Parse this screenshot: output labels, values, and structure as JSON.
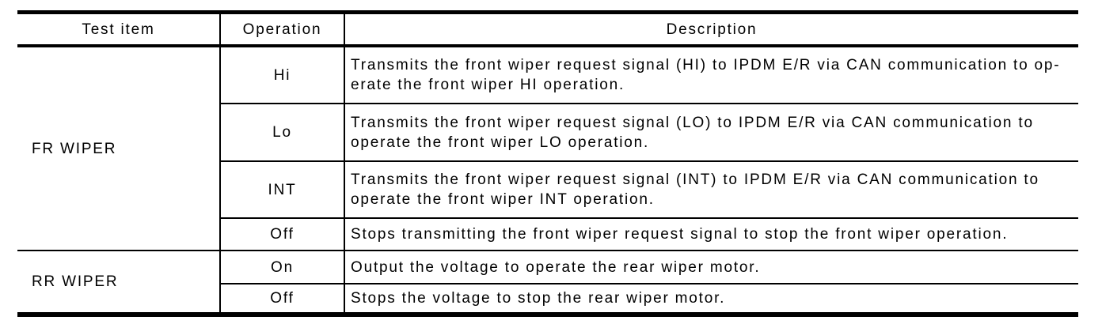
{
  "colors": {
    "background": "#ffffff",
    "text": "#000000",
    "border": "#000000"
  },
  "table": {
    "headers": {
      "test_item": "Test item",
      "operation": "Operation",
      "description": "Description"
    },
    "groups": [
      {
        "test_item": "FR WIPER",
        "rows": [
          {
            "operation": "Hi",
            "description": "Transmits the front wiper request signal (HI) to IPDM E/R via CAN communication to op-\nerate the front wiper HI operation."
          },
          {
            "operation": "Lo",
            "description": "Transmits the front wiper request signal (LO) to IPDM E/R via CAN communication to\noperate the front wiper LO operation."
          },
          {
            "operation": "INT",
            "description": "Transmits the front wiper request signal (INT) to IPDM E/R via CAN communication to\noperate the front wiper INT operation."
          },
          {
            "operation": "Off",
            "description": "Stops transmitting the front wiper request signal to stop the front wiper operation."
          }
        ]
      },
      {
        "test_item": "RR WIPER",
        "rows": [
          {
            "operation": "On",
            "description": "Output the voltage to operate the rear wiper motor."
          },
          {
            "operation": "Off",
            "description": "Stops the voltage to stop the rear wiper motor."
          }
        ]
      }
    ]
  }
}
